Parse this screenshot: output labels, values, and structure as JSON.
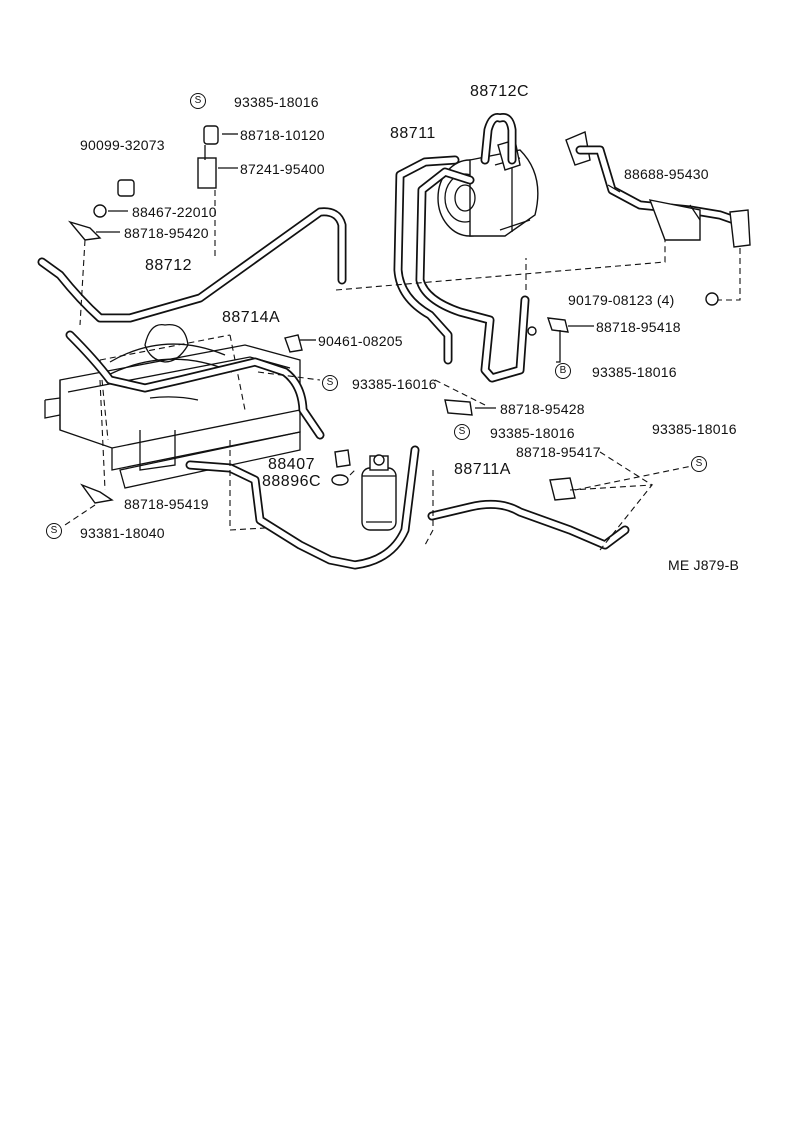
{
  "drawing_code": "ME J879-B",
  "symbol_s": "S",
  "symbol_b": "B",
  "labels": {
    "p93385_18016_top": "93385-18016",
    "p88718_10120": "88718-10120",
    "p90099_32073": "90099-32073",
    "p87241_95400": "87241-95400",
    "p88467_22010": "88467-22010",
    "p88718_95420": "88718-95420",
    "p88712": "88712",
    "p88712C": "88712C",
    "p88711": "88711",
    "p88688_95430": "88688-95430",
    "p90179_08123": "90179-08123 (4)",
    "p88718_95418": "88718-95418",
    "p93385_18016_b": "93385-18016",
    "p88714A": "88714A",
    "p90461_08205": "90461-08205",
    "p93385_16016": "93385-16016",
    "p88718_95428": "88718-95428",
    "p93385_18016_mid": "93385-18016",
    "p93385_18016_right": "93385-18016",
    "p88718_95417": "88718-95417",
    "p88407": "88407",
    "p88896C": "88896C",
    "p88711A": "88711A",
    "p88718_95419": "88718-95419",
    "p93381_18040": "93381-18040"
  }
}
